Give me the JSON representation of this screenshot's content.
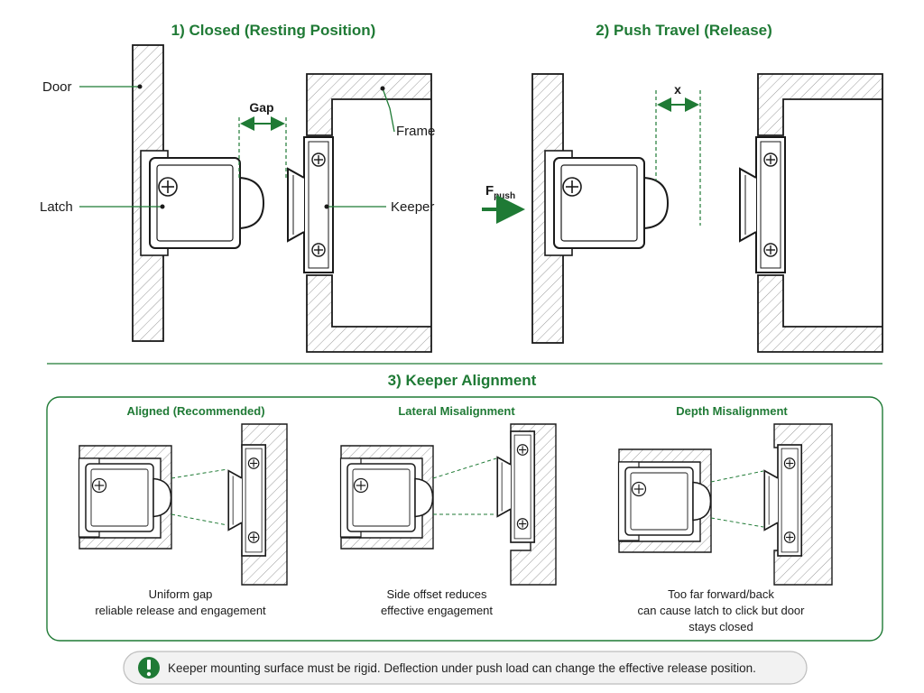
{
  "colors": {
    "accent": "#1f7a35",
    "line": "#1a1a1a",
    "hatch": "#9a9a9a",
    "note_bg": "#f2f2f2"
  },
  "panel1": {
    "title": "1) Closed (Resting Position)",
    "labels": {
      "door": "Door",
      "latch": "Latch",
      "gap": "Gap",
      "frame": "Frame",
      "keeper": "Keeper"
    }
  },
  "panel2": {
    "title": "2) Push Travel (Release)",
    "travel_label": "x",
    "force_label": "F",
    "force_sub": "push"
  },
  "panel3": {
    "title": "3) Keeper Alignment",
    "cases": [
      {
        "title": "Aligned (Recommended)",
        "caption": [
          "Uniform gap",
          "reliable release and engagement"
        ]
      },
      {
        "title": "Lateral Misalignment",
        "caption": [
          "Side offset reduces",
          "effective engagement"
        ]
      },
      {
        "title": "Depth Misalignment",
        "caption": [
          "Too far forward/back",
          "can cause latch to click but door",
          "stays closed"
        ]
      }
    ]
  },
  "note": {
    "icon": "exclamation-icon",
    "text": "Keeper mounting surface must be rigid. Deflection under push load can change the effective release position."
  }
}
